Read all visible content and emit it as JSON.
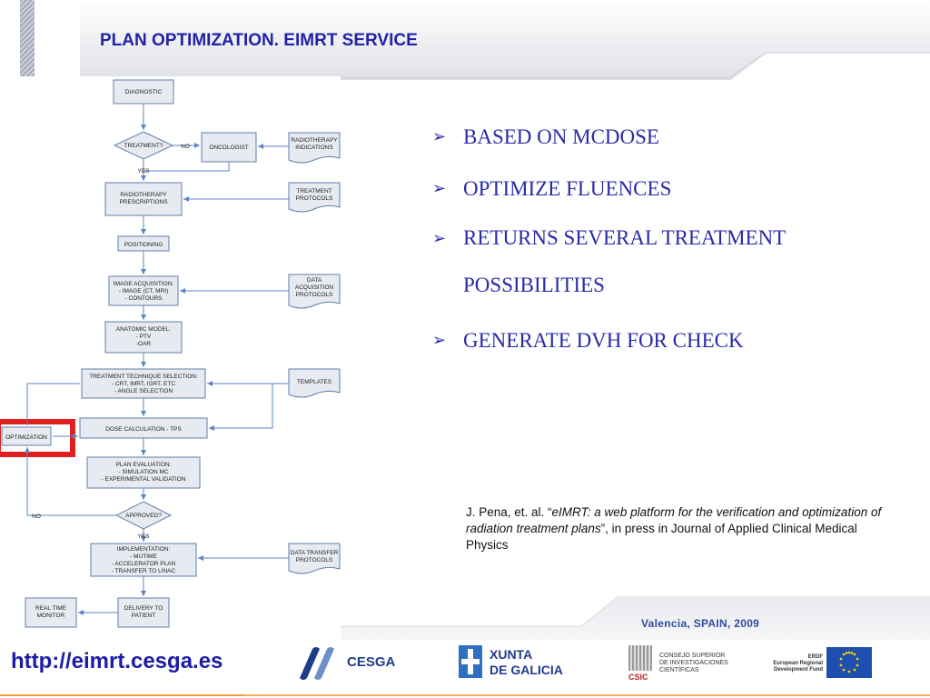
{
  "slide": {
    "title": "PLAN OPTIMIZATION. EIMRT SERVICE",
    "bullets": [
      "BASED ON MCDOSE",
      "OPTIMIZE FLUENCES",
      "RETURNS SEVERAL TREATMENT POSSIBILITIES",
      "GENERATE DVH FOR CHECK"
    ],
    "bullet_marker": "➢",
    "citation": {
      "authors": "J. Pena, et. al. “",
      "title": "eIMRT: a web platform for the verification and optimization of  radiation treatment plans",
      "rest": "”, in press in Journal of Applied Clinical Medical Physics"
    },
    "location": "Valencia, SPAIN, 2009",
    "url": "http://eimrt.cesga.es",
    "highlight_color": "#e02020",
    "accent_color": "#2a2aa8"
  },
  "logos": {
    "cesga": "CESGA",
    "xunta_1": "XUNTA",
    "xunta_2": "DE GALICIA",
    "csic_1": "CONSEJO SUPERIOR",
    "csic_2": "DE INVESTIGACIONES",
    "csic_3": "CIENTÍFICAS",
    "csic_mark": "CSIC",
    "erdf_1": "ERDF",
    "erdf_2": "European Regional",
    "erdf_3": "Development Fund"
  },
  "flowchart": {
    "nodes": {
      "diagnostic": "DIAGNOSTIC",
      "treatment": "TREATMENT?",
      "oncologist": "ONCOLOGIST",
      "radiotherapy_indications": [
        "RADIOTHERAPY",
        "INDICATIONS"
      ],
      "radiotherapy_prescriptions": [
        "RADIOTHERAPY",
        "PRESCRIPTIONS"
      ],
      "treatment_protocols": [
        "TREATMENT",
        "PROTOCOLS"
      ],
      "positioning": "POSITIONING",
      "image_acquisition": [
        "IMAGE ACQUISITION:",
        "- IMAGE (CT, MRI)",
        "- CONTOURS"
      ],
      "data_acquisition_protocols": [
        "DATA",
        "ACQUISITION",
        "PROTOCOLS"
      ],
      "anatomic_model": [
        "ANATOMIC MODEL:",
        "- PTV",
        "-OAR"
      ],
      "technique_selection": [
        "TREATMENT TECHNIQUE SELECTION:",
        "- CRT, IMRT, IGRT, ETC",
        "- ANGLE SELECTION"
      ],
      "templates": "TEMPLATES",
      "optimization": "OPTIMIZATION",
      "dose_calculation": "DOSE CALCULATION - TPS",
      "plan_evaluation": [
        "PLAN EVALUATION:",
        "- SIMULATION MC",
        "- EXPERIMENTAL VALIDATION"
      ],
      "approved": "APPROVED?",
      "implementation": [
        "IMPLEMENTATION:",
        "- MUTIME",
        "- ACCELERATOR PLAN",
        "- TRANSFER TO LINAC"
      ],
      "data_transfer_protocols": [
        "DATA TRANSFER",
        "PROTOCOLS"
      ],
      "real_time_monitor": [
        "REAL TIME",
        "MONITOR"
      ],
      "delivery": [
        "DELIVERY TO",
        "PATIENT"
      ]
    },
    "labels": {
      "no1": "NO",
      "yes1": "YES",
      "no2": "NO",
      "yes2": "YES"
    }
  }
}
